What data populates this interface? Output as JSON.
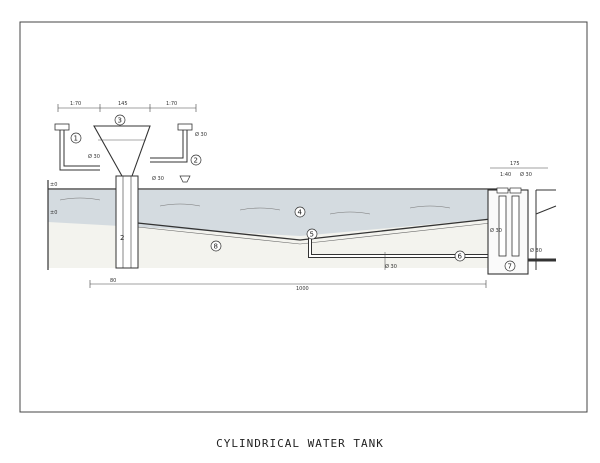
{
  "caption": "CYLINDRICAL WATER TANK",
  "callouts": [
    "1",
    "2",
    "3",
    "4",
    "5",
    "6",
    "7",
    "8",
    "2"
  ],
  "dimensions": [
    "1:70",
    "145",
    "1:70",
    "175",
    "1:40",
    "80",
    "1000"
  ],
  "pipe_labels": [
    "Ø 30",
    "Ø 30",
    "Ø 30",
    "Ø 30",
    "Ø 30",
    "Ø 30",
    "Ø 30"
  ],
  "level_marks": [
    "±0",
    "±0"
  ],
  "colors": {
    "ink": "#333333",
    "water": "#cfd6dc",
    "soil": "#f1f1ec",
    "frame": "#444444"
  }
}
